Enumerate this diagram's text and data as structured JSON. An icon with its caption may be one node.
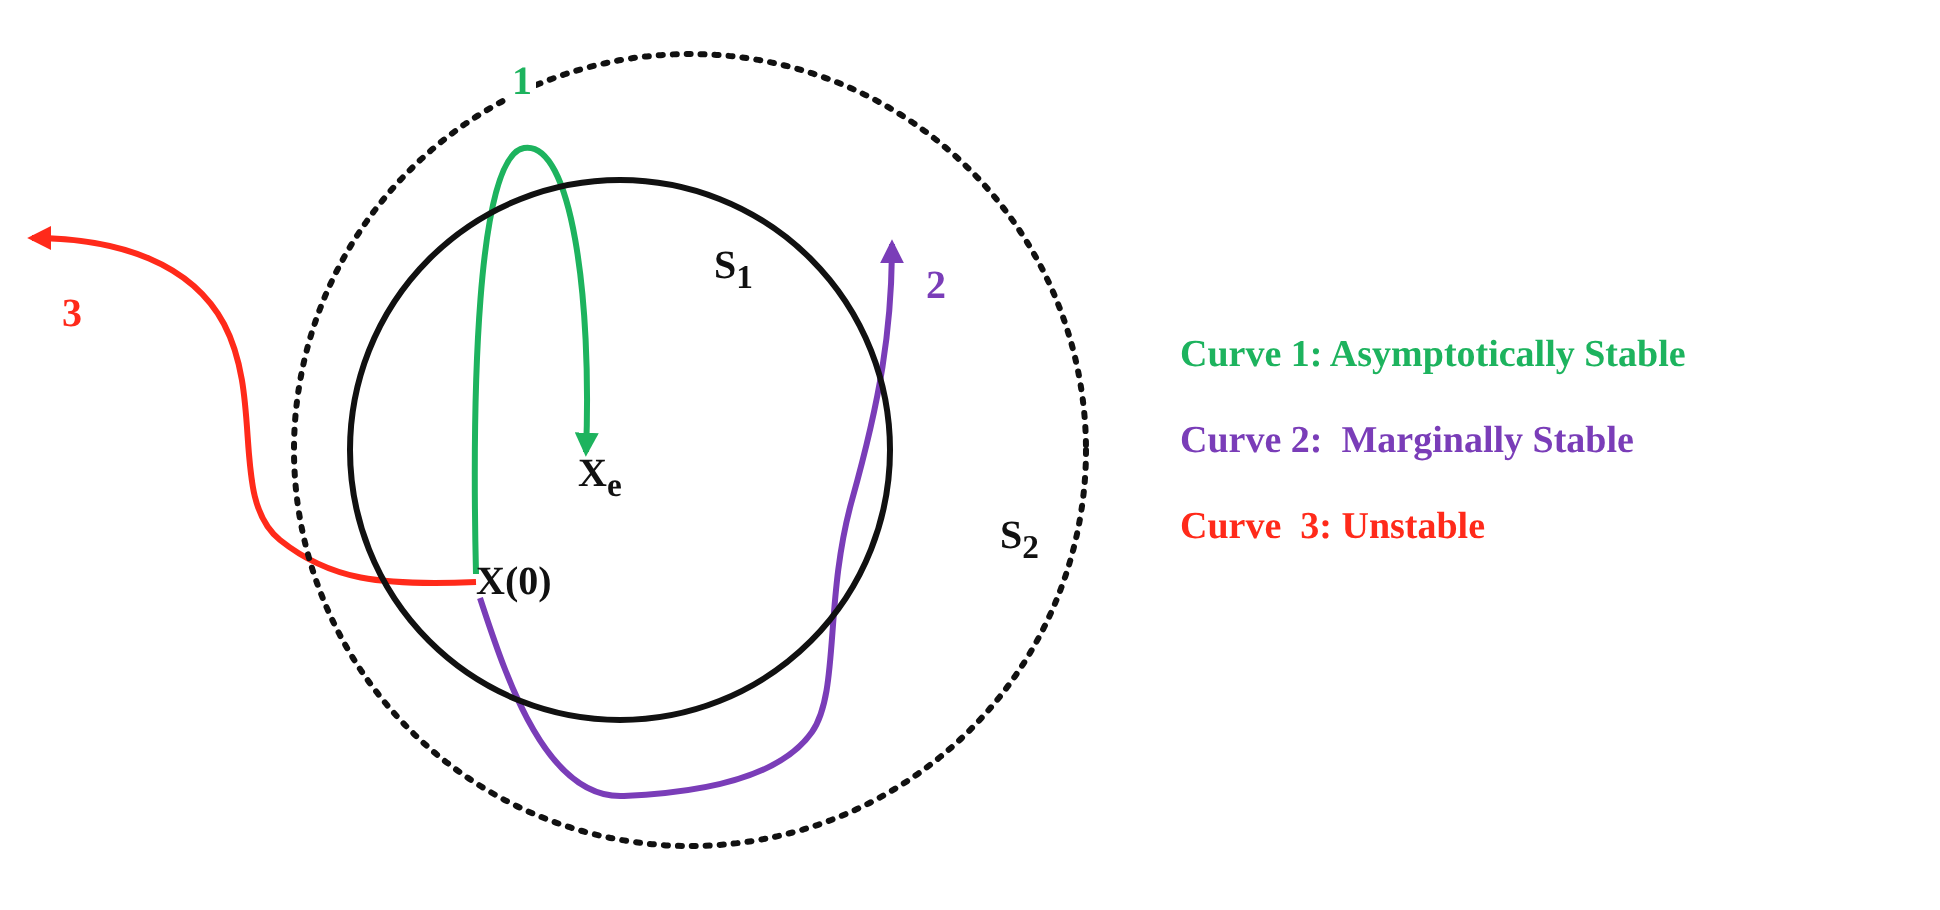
{
  "diagram": {
    "nodes": [
      {
        "text": [
          "S$_{2}$"
        ]
      },
      {
        "text": [
          "S$_{1}$"
        ],
        "in": 0
      },
      {
        "text": [
          "X(0)"
        ],
        "in": 1
      },
      {
        "text": [
          "X$_{e}$"
        ],
        "in": 1
      }
    ],
    "edges": [
      {
        "from": 2,
        "to": 3,
        "arrow": "to",
        "label": "1",
        "color": "#1db35e"
      },
      {
        "from": 2,
        "to": null,
        "arrow": "to",
        "label": "2",
        "color": "#7a3db8"
      },
      {
        "from": 2,
        "to": null,
        "arrow": "to",
        "label": "3",
        "color": "#ff2a1a"
      }
    ],
    "legend": [
      {
        "text": "Curve 1: Asymptotically Stable",
        "color": "#1db35e"
      },
      {
        "text": "Curve 2:  Marginally Stable",
        "color": "#7a3db8"
      },
      {
        "text": "Curve  3: Unstable",
        "color": "#ff2a1a"
      }
    ]
  }
}
